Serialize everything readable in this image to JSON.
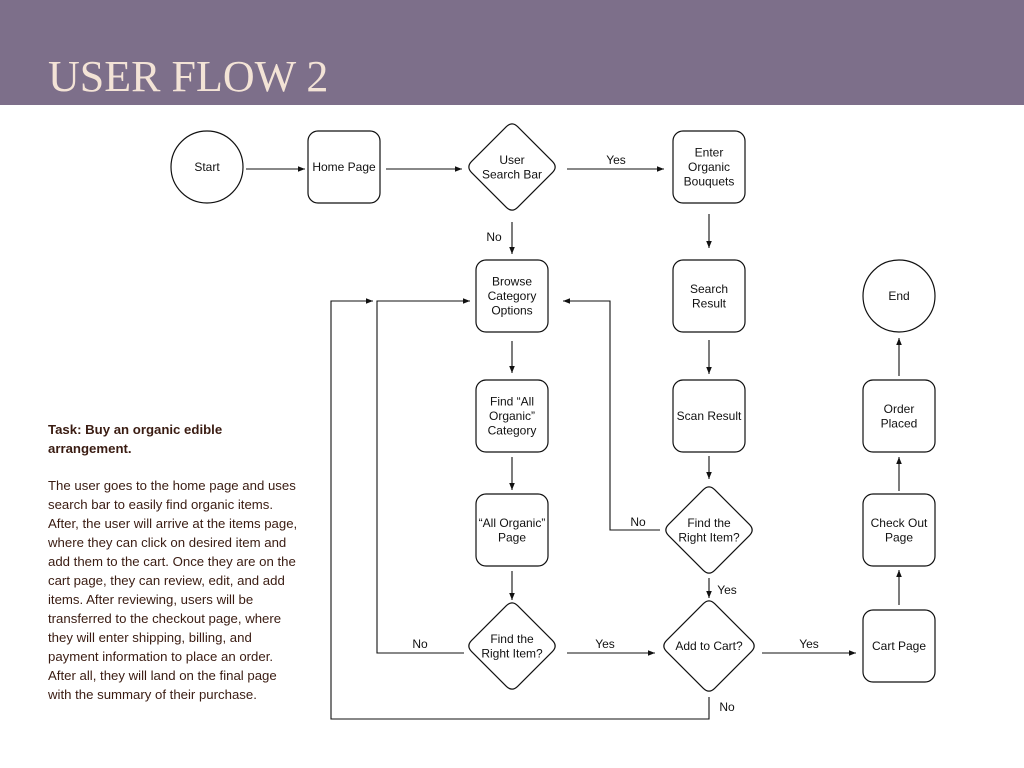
{
  "theme": {
    "header_bg": "#7d6f8a",
    "title_color": "#f3e3d6",
    "text_color": "#3a1c12",
    "line_color": "#111111"
  },
  "header": {
    "title": "USER FLOW 2"
  },
  "task": {
    "title": "Task: Buy an organic edible arrangement.",
    "description": "The user goes to the home page and uses search bar to easily find organic items. After, the user will arrive at the items page, where they can click on desired item and add them to the cart. Once they are on the cart page, they can review, edit, and add items. After reviewing, users will be transferred to the checkout page, where they will enter shipping, billing, and payment information to place an order. After all, they will land on the final page with the summary of their purchase."
  },
  "nodes": {
    "start": {
      "shape": "circle",
      "lines": [
        "Start"
      ]
    },
    "home": {
      "shape": "rect",
      "lines": [
        "Home Page"
      ]
    },
    "search_bar": {
      "shape": "diamond",
      "lines": [
        "User",
        "Search Bar"
      ]
    },
    "enter_organic": {
      "shape": "rect",
      "lines": [
        "Enter",
        "Organic",
        "Bouquets"
      ]
    },
    "browse": {
      "shape": "rect",
      "lines": [
        "Browse",
        "Category",
        "Options"
      ]
    },
    "search_result": {
      "shape": "rect",
      "lines": [
        "Search",
        "Result"
      ]
    },
    "end": {
      "shape": "circle",
      "lines": [
        "End"
      ]
    },
    "find_all_organic": {
      "shape": "rect",
      "lines": [
        "Find “All",
        "Organic”",
        "Category"
      ]
    },
    "scan_result": {
      "shape": "rect",
      "lines": [
        "Scan Result"
      ]
    },
    "order_placed": {
      "shape": "rect",
      "lines": [
        "Order",
        "Placed"
      ]
    },
    "all_organic_page": {
      "shape": "rect",
      "lines": [
        "“All Organic”",
        "Page"
      ]
    },
    "find_right_item_a": {
      "shape": "diamond",
      "lines": [
        "Find the",
        "Right Item?"
      ]
    },
    "checkout": {
      "shape": "rect",
      "lines": [
        "Check Out",
        "Page"
      ]
    },
    "find_right_item_b": {
      "shape": "diamond",
      "lines": [
        "Find the",
        "Right Item?"
      ]
    },
    "add_to_cart": {
      "shape": "diamond",
      "lines": [
        "Add to Cart?"
      ]
    },
    "cart": {
      "shape": "rect",
      "lines": [
        "Cart Page"
      ]
    }
  },
  "edges": [
    {
      "from": "start",
      "to": "home",
      "label": ""
    },
    {
      "from": "home",
      "to": "search_bar",
      "label": ""
    },
    {
      "from": "search_bar",
      "to": "enter_organic",
      "label": "Yes"
    },
    {
      "from": "search_bar",
      "to": "browse",
      "label": "No"
    },
    {
      "from": "enter_organic",
      "to": "search_result",
      "label": ""
    },
    {
      "from": "search_result",
      "to": "scan_result",
      "label": ""
    },
    {
      "from": "scan_result",
      "to": "find_right_item_a",
      "label": ""
    },
    {
      "from": "find_right_item_a",
      "to": "browse",
      "label": "No"
    },
    {
      "from": "find_right_item_a",
      "to": "add_to_cart",
      "label": "Yes"
    },
    {
      "from": "browse",
      "to": "find_all_organic",
      "label": ""
    },
    {
      "from": "find_all_organic",
      "to": "all_organic_page",
      "label": ""
    },
    {
      "from": "all_organic_page",
      "to": "find_right_item_b",
      "label": ""
    },
    {
      "from": "find_right_item_b",
      "to": "browse",
      "label": "No"
    },
    {
      "from": "find_right_item_b",
      "to": "add_to_cart",
      "label": "Yes"
    },
    {
      "from": "add_to_cart",
      "to": "cart",
      "label": "Yes"
    },
    {
      "from": "add_to_cart",
      "to": "browse",
      "label": "No"
    },
    {
      "from": "cart",
      "to": "checkout",
      "label": ""
    },
    {
      "from": "checkout",
      "to": "order_placed",
      "label": ""
    },
    {
      "from": "order_placed",
      "to": "end",
      "label": ""
    }
  ]
}
